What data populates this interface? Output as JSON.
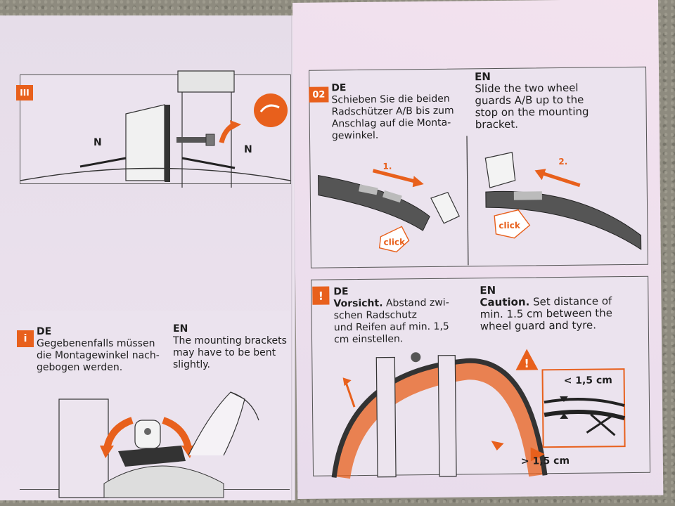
{
  "step_top": {
    "badge": "III",
    "label_left": "N",
    "label_right": "N"
  },
  "step_02": {
    "badge": "02",
    "de_heading": "DE",
    "de_text": [
      "Schieben Sie die beiden",
      "Radschützer A/B bis zum",
      "Anschlag auf die Monta-",
      "gewinkel."
    ],
    "en_heading": "EN",
    "en_text": [
      "Slide the two wheel",
      "guards A/B up to the",
      "stop on the mounting",
      "bracket."
    ],
    "arrow1": "1.",
    "arrow2": "2.",
    "click1": "click",
    "click2": "click"
  },
  "step_info": {
    "badge": "i",
    "de_heading": "DE",
    "de_text": [
      "Gegebenenfalls müssen",
      "die Montagewinkel nach-",
      "gebogen werden."
    ],
    "en_heading": "EN",
    "en_text": [
      "The mounting brackets",
      "may have to be bent",
      "slightly."
    ]
  },
  "step_caution": {
    "badge": "!",
    "de_heading": "DE",
    "de_bold": "Vorsicht.",
    "de_text_first": " Abstand zwi-",
    "de_text": [
      "schen Radschutz",
      "und Reifen auf min. 1,5",
      "cm einstellen."
    ],
    "en_heading": "EN",
    "en_bold": "Caution.",
    "en_text_first": " Set distance of",
    "en_text": [
      "min. 1.5 cm between the",
      "wheel guard and tyre."
    ],
    "less_than": "< 1,5 cm",
    "greater_than": "> 1,5 cm"
  },
  "colors": {
    "accent": "#e8601c",
    "paper": "#e9e0ee",
    "ink": "#1e1e1e"
  }
}
